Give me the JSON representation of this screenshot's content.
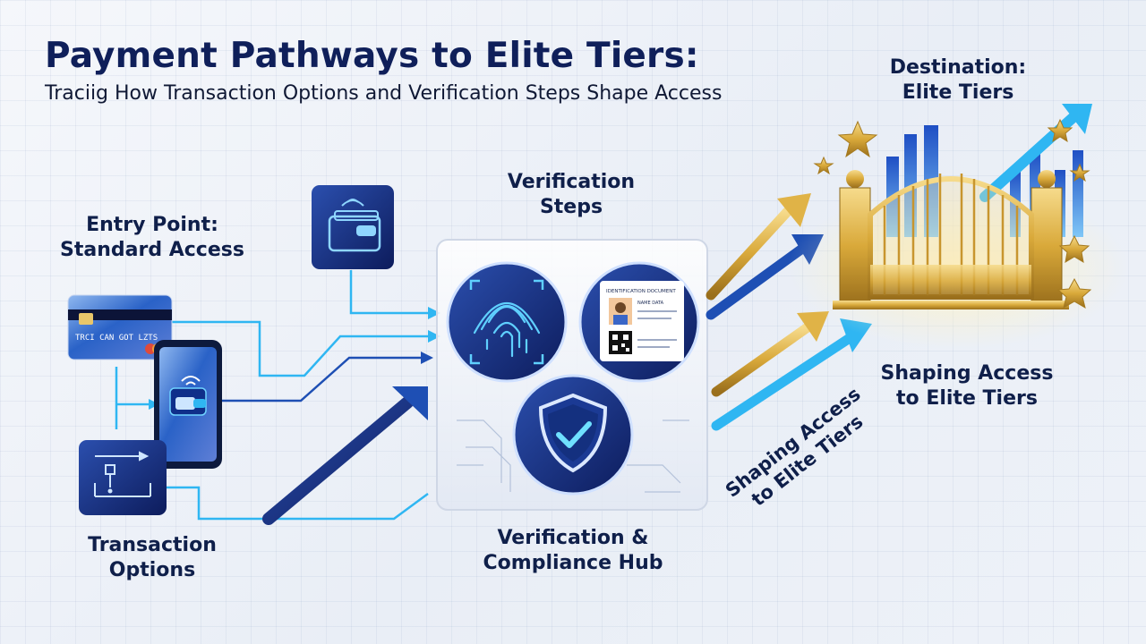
{
  "header": {
    "title": "Payment Pathways to Elite Tiers:",
    "subtitle": "Traciig How Transaction Options and Verification Steps Shape Access"
  },
  "labels": {
    "entry": [
      "Entry Point:",
      "Standard Access"
    ],
    "transaction": [
      "Transaction",
      "Options"
    ],
    "verification_steps": [
      "Verification",
      "Steps"
    ],
    "hub": [
      "Verification &",
      "Compliance Hub"
    ],
    "destination": [
      "Destination:",
      "Elite Tiers"
    ],
    "shaping_right": [
      "Shaping Access",
      "to Elite Tiers"
    ],
    "shaping_rotated": [
      "Shaping Access",
      "to Elite Tiers"
    ]
  },
  "card": {
    "number_text": "TRCI CAN GOT LZTS"
  },
  "id_card": {
    "header_text": "IDENTIFICATION DOCUMENT",
    "line_text": "NAME DATA"
  },
  "colors": {
    "navy": "#0f1f5a",
    "blue": "#1e4fb4",
    "cyan": "#2fb6f2",
    "gold": "#d9a93a"
  },
  "icons": [
    "credit-card-icon",
    "smartphone-icon",
    "wallet-icon",
    "checkout-flow-icon",
    "fingerprint-icon",
    "id-card-icon",
    "shield-check-icon",
    "golden-gate-icon",
    "star-icon"
  ]
}
